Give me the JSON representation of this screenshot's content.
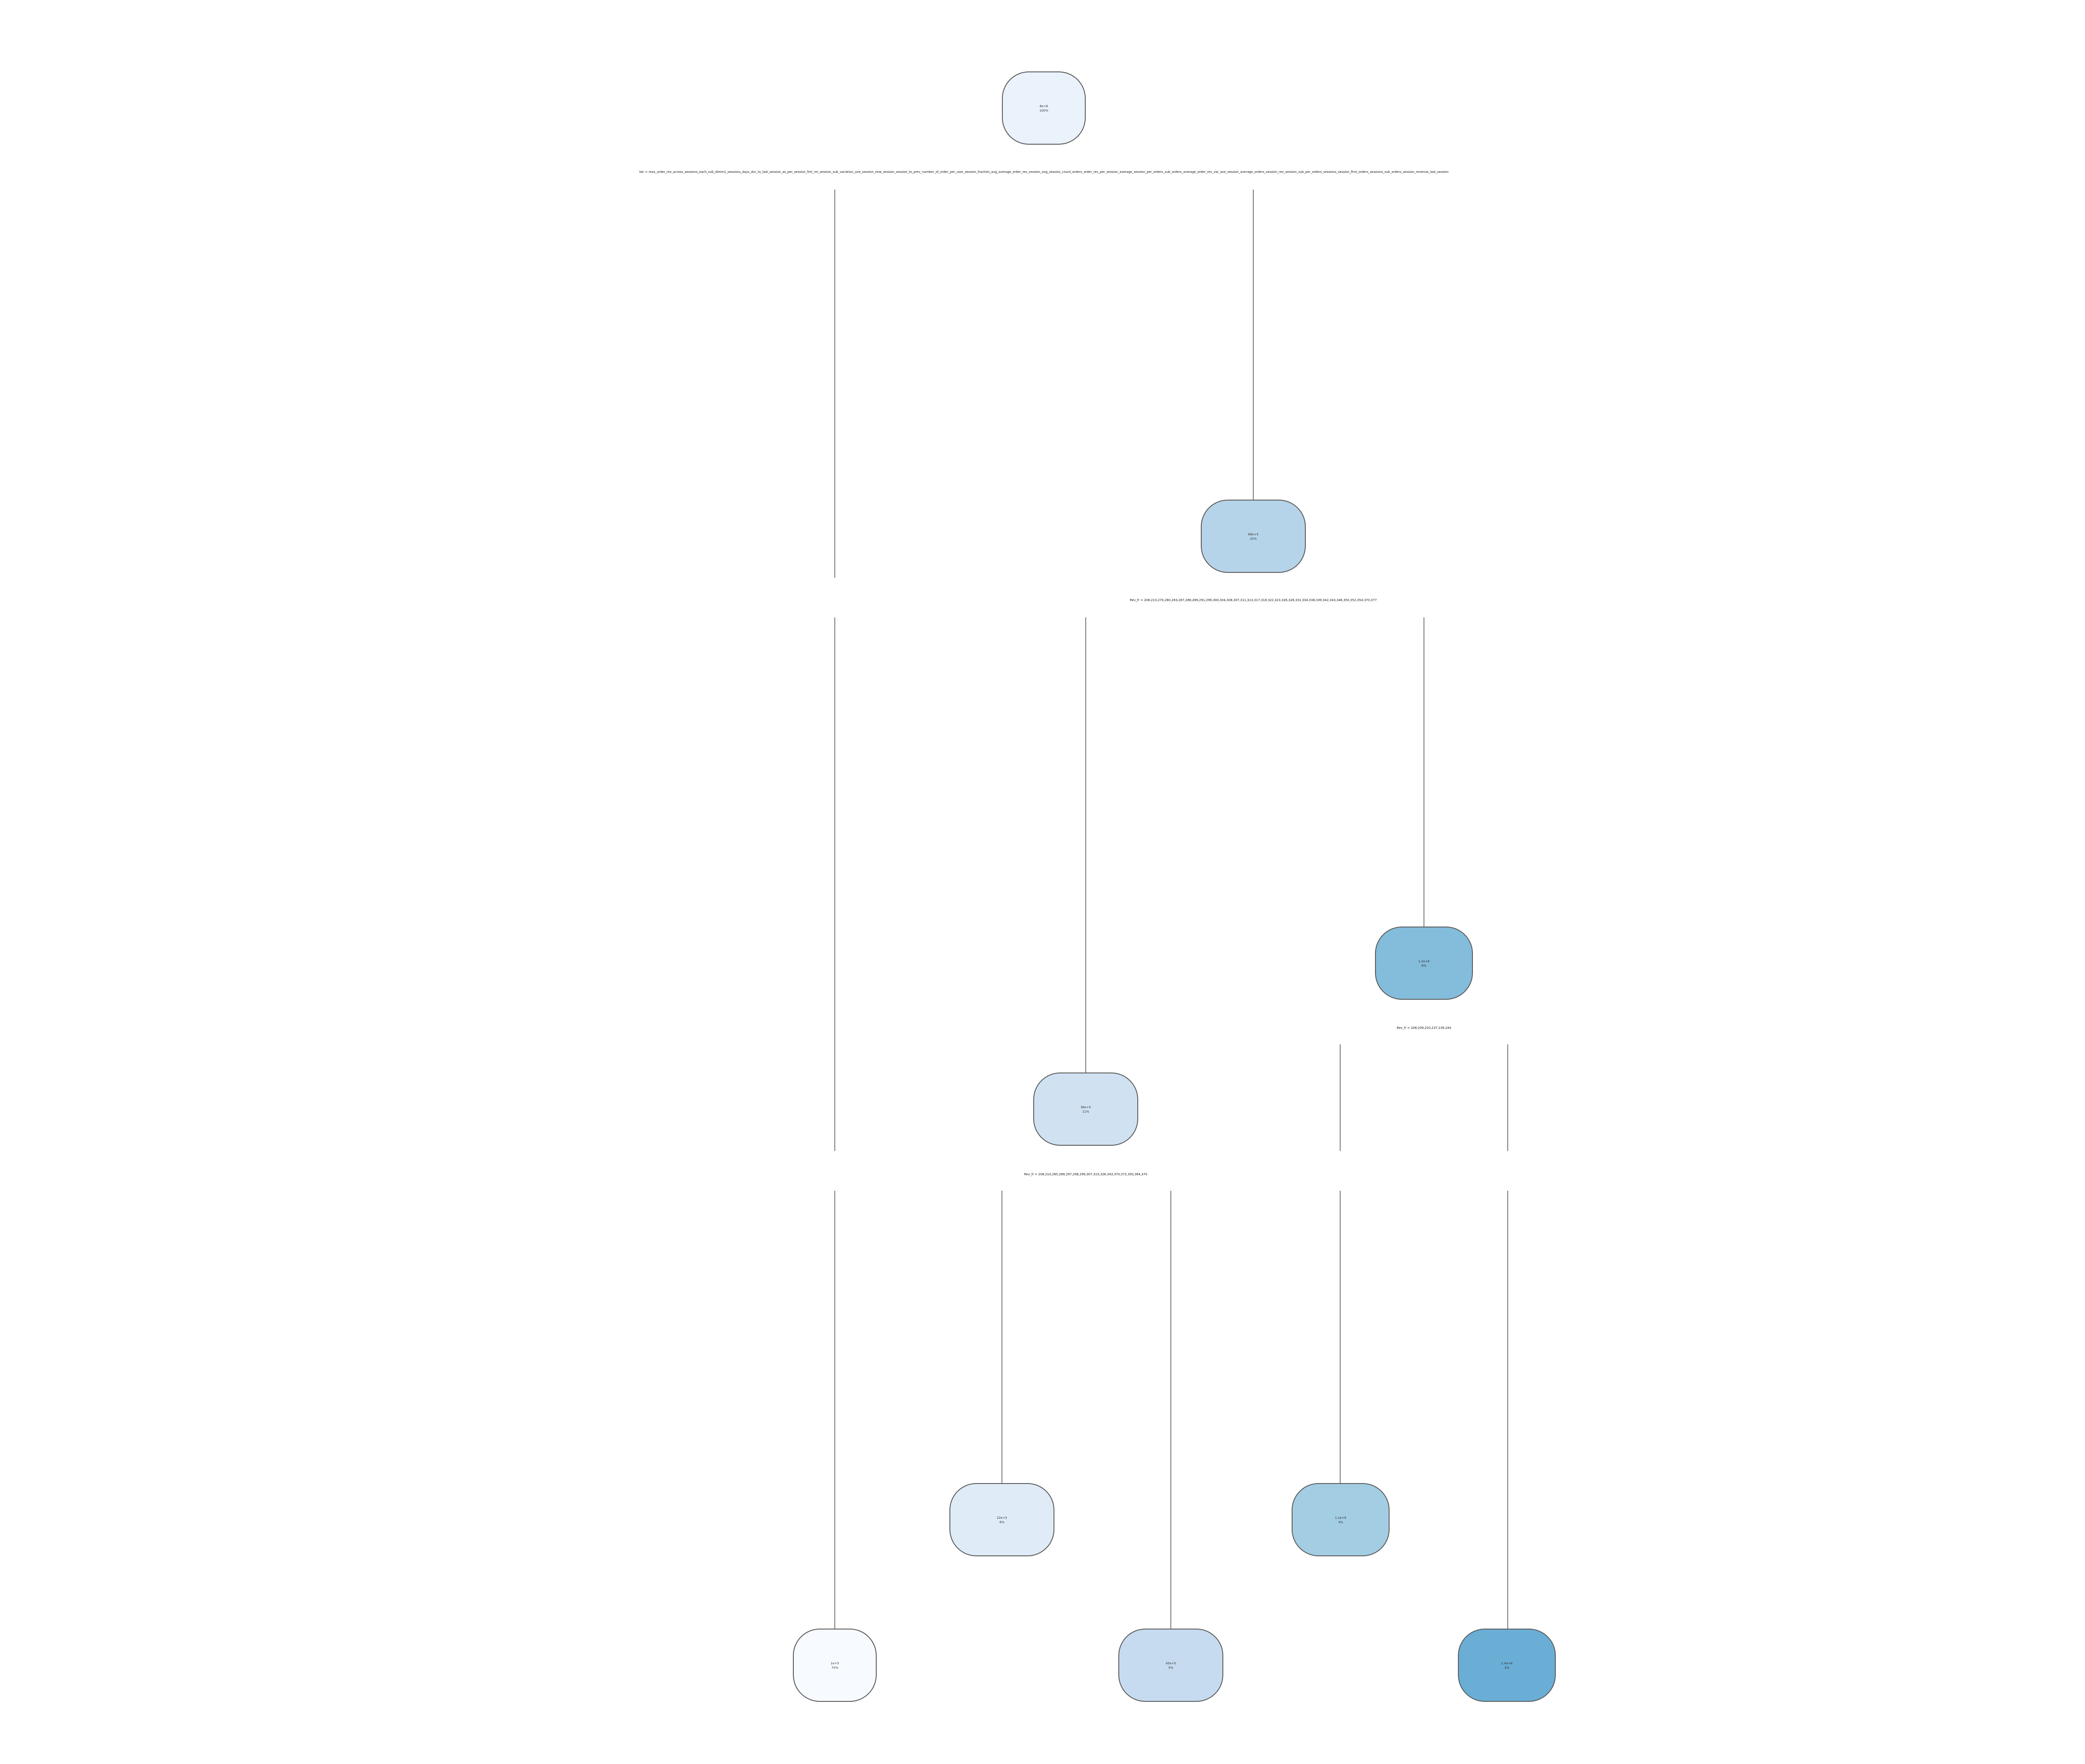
{
  "tree": {
    "nodes": [
      {
        "id": "n0",
        "line1": "6e+6",
        "line2": "100%",
        "color": "#eaf2fb"
      },
      {
        "id": "n1",
        "line1": "69e+5",
        "line2": "25%",
        "color": "#b6d4e9"
      },
      {
        "id": "n2",
        "line1": "1.2e+6",
        "line2": "6%",
        "color": "#84bcdb"
      },
      {
        "id": "n3",
        "line1": "36e+5",
        "line2": "11%",
        "color": "#d0e2f2"
      },
      {
        "id": "n4",
        "line1": "22e+5",
        "line2": "6%",
        "color": "#dfebf7"
      },
      {
        "id": "n5",
        "line1": "1.1e+6",
        "line2": "3%",
        "color": "#a3cde3"
      },
      {
        "id": "n6",
        "line1": "1e+5",
        "line2": "75%",
        "color": "#f7fbff"
      },
      {
        "id": "n7",
        "line1": "45e+5",
        "line2": "5%",
        "color": "#c6dbef"
      },
      {
        "id": "n8",
        "line1": "1.4e+6",
        "line2": "3%",
        "color": "#6aaed6"
      }
    ],
    "splits": [
      {
        "id": "s0",
        "label": "Var = max_order_rev_across_sessions_each_sub_dimm1_sessions_days_dur_to_last_session_as_per_session_fmt_rm_session_sub_variation_ave_session_new_session_session_to_prev_number_of_order_per_user_session_fraction_avg_average_order_rev_session_avg_session_count_orders_order_rev_per_session_average_session_per_orders_sub_orders_average_order_rev_var_ave_session_average_orders_session_rev_session_sub_per_orders_sessions_session_first_orders_sessions_sub_orders_session_revenue_last_session"
      },
      {
        "id": "s1",
        "label": "Rev_fr = 208,210,270,280,283,287,288,289,291,299,300,304,308,307,311,313,317,318,322,323,326,328,331,334,338,339,342,343,346,350,352,354,370,377"
      },
      {
        "id": "s2",
        "label": "Rev_fr = 208,209,220,237,239,244"
      },
      {
        "id": "s3",
        "label": "Rev_fr = 208,210,285,289,297,298,299,307,315,326,343,370,372,350,364,370"
      }
    ]
  }
}
